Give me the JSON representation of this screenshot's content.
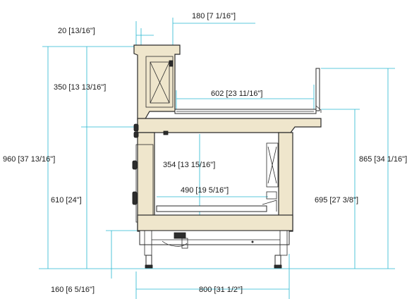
{
  "dimensions": {
    "overhang": "20 [13/16\"]",
    "top_depth": "180 [7 1/16\"]",
    "top_section_height": "350 [13 13/16\"]",
    "shelf_width": "602 [23 11/16\"]",
    "total_height": "960 [37 13/16\"]",
    "interior_height": "354 [13 15/16\"]",
    "interior_width": "490 [19 5/16\"]",
    "counter_height": "865 [34 1/16\"]",
    "base_height": "610 [24\"]",
    "work_height": "695 [27 3/8\"]",
    "leg_height": "160 [6 5/16\"]",
    "total_depth": "800 [31 1/2\"]"
  },
  "colors": {
    "body": "#efe6cc",
    "dimension_line": "#27b7d0",
    "outline": "#2a2a2a"
  }
}
